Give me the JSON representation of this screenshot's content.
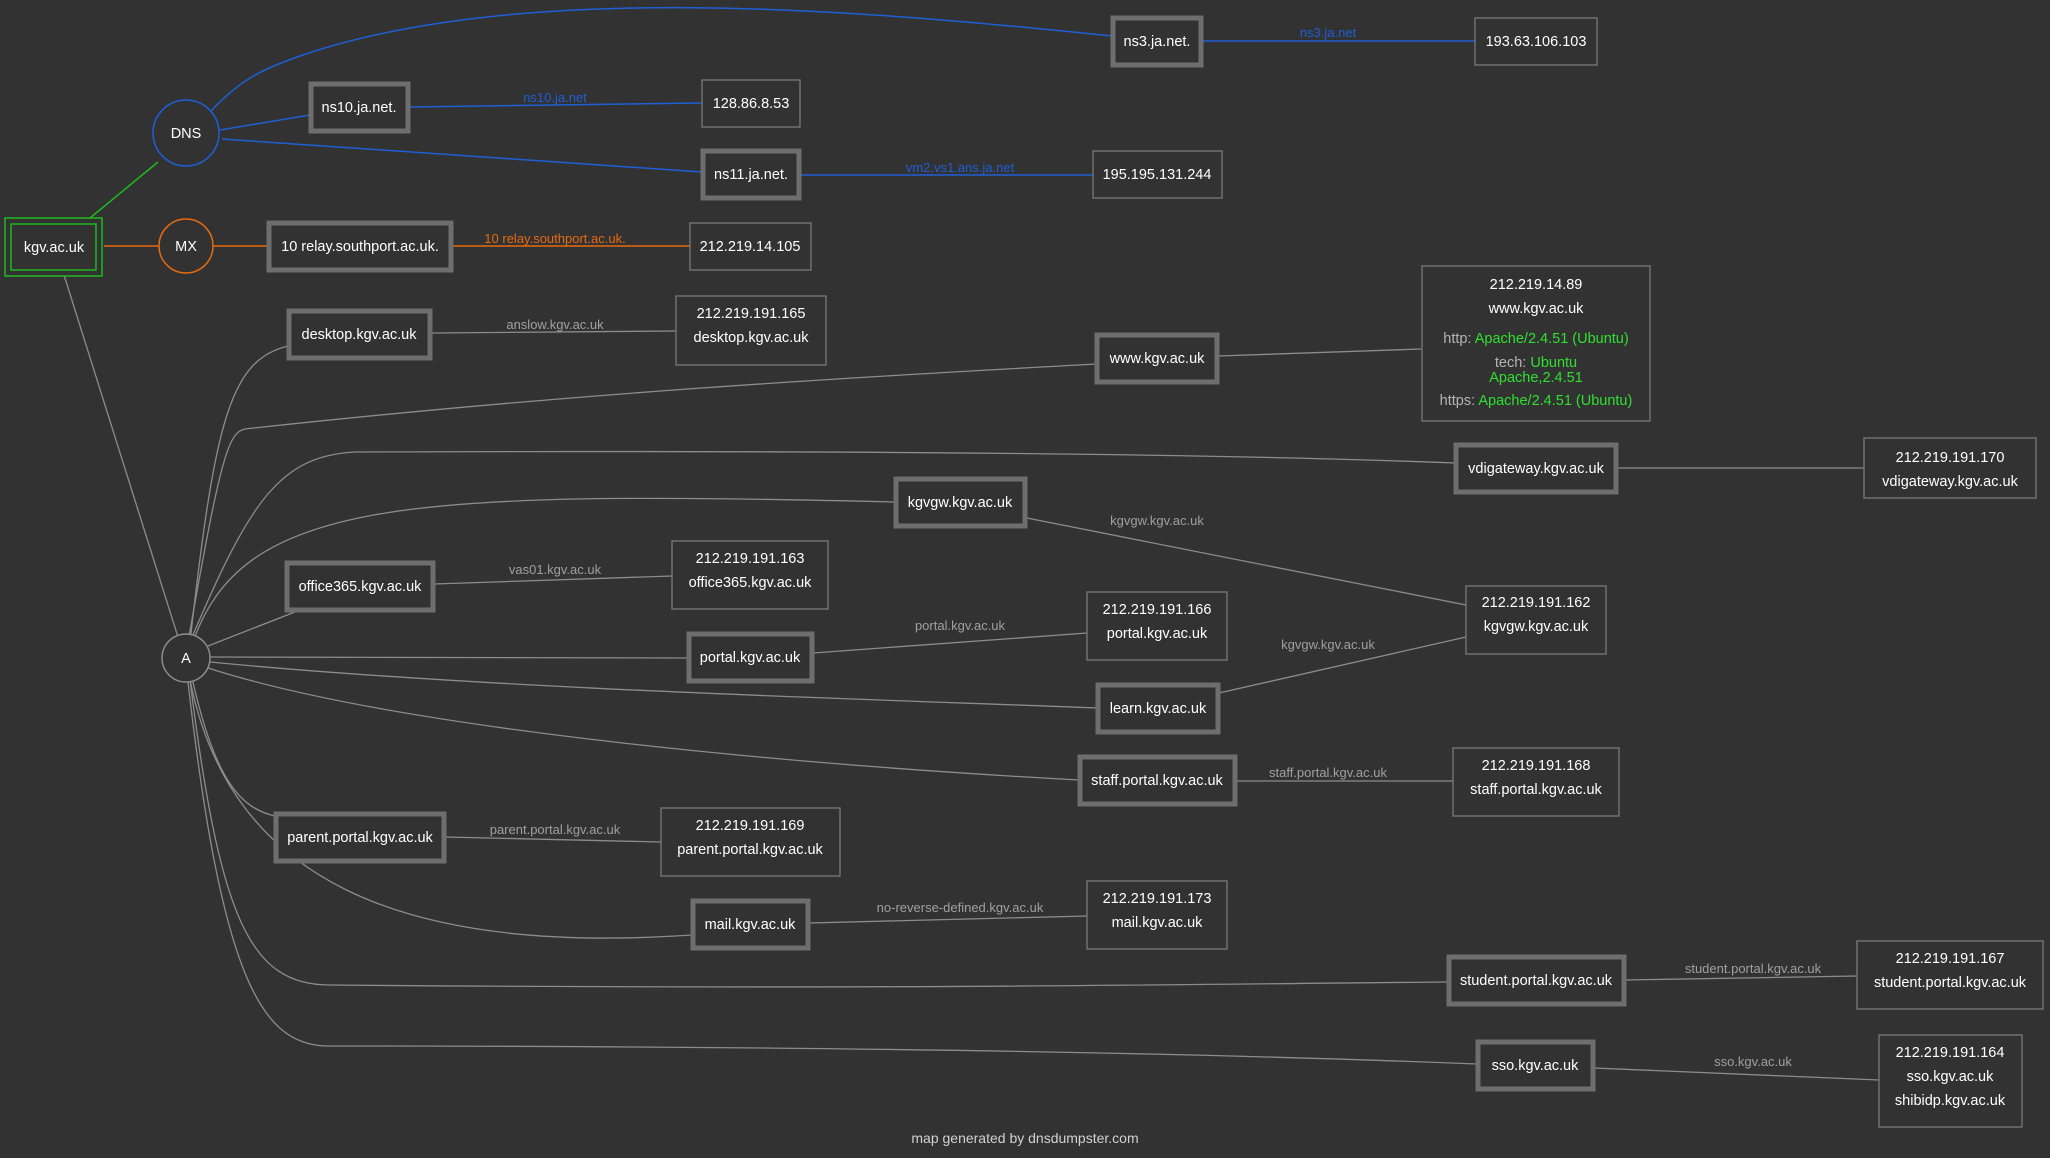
{
  "colors": {
    "dns": "#1f5fd6",
    "mx": "#e86a10",
    "a": "#8c8c8c",
    "root": "#1fb81f",
    "tech": "#2fe02f"
  },
  "root": {
    "label": "kgv.ac.uk"
  },
  "hubs": {
    "dns": "DNS",
    "mx": "MX",
    "a": "A"
  },
  "hosts": {
    "ns3": "ns3.ja.net.",
    "ns10": "ns10.ja.net.",
    "ns11": "ns11.ja.net.",
    "relay": "10 relay.southport.ac.uk.",
    "desktop": "desktop.kgv.ac.uk",
    "www": "www.kgv.ac.uk",
    "vdigateway": "vdigateway.kgv.ac.uk",
    "kgvgw": "kgvgw.kgv.ac.uk",
    "office365": "office365.kgv.ac.uk",
    "portal": "portal.kgv.ac.uk",
    "learn": "learn.kgv.ac.uk",
    "staff": "staff.portal.kgv.ac.uk",
    "parent": "parent.portal.kgv.ac.uk",
    "mail": "mail.kgv.ac.uk",
    "student": "student.portal.kgv.ac.uk",
    "sso": "sso.kgv.ac.uk"
  },
  "ips": {
    "ns3": [
      "193.63.106.103"
    ],
    "ns10": [
      "128.86.8.53"
    ],
    "ns11": [
      "195.195.131.244"
    ],
    "relay": [
      "212.219.14.105"
    ],
    "desktop": [
      "212.219.191.165",
      "desktop.kgv.ac.uk"
    ],
    "vdigateway": [
      "212.219.191.170",
      "vdigateway.kgv.ac.uk"
    ],
    "office365": [
      "212.219.191.163",
      "office365.kgv.ac.uk"
    ],
    "portal": [
      "212.219.191.166",
      "portal.kgv.ac.uk"
    ],
    "kgvgw": [
      "212.219.191.162",
      "kgvgw.kgv.ac.uk"
    ],
    "staff": [
      "212.219.191.168",
      "staff.portal.kgv.ac.uk"
    ],
    "parent": [
      "212.219.191.169",
      "parent.portal.kgv.ac.uk"
    ],
    "mail": [
      "212.219.191.173",
      "mail.kgv.ac.uk"
    ],
    "student": [
      "212.219.191.167",
      "student.portal.kgv.ac.uk"
    ],
    "sso": [
      "212.219.191.164",
      "sso.kgv.ac.uk",
      "shibidp.kgv.ac.uk"
    ]
  },
  "www_info": {
    "ip": "212.219.14.89",
    "host": "www.kgv.ac.uk",
    "http_label": "http:",
    "http_value": "Apache/2.4.51 (Ubuntu)",
    "tech_label": "tech:",
    "tech_value_1": "Ubuntu",
    "tech_value_2": "Apache,2.4.51",
    "https_label": "https:",
    "https_value": "Apache/2.4.51 (Ubuntu)"
  },
  "edge_labels": {
    "ns3": "ns3.ja.net",
    "ns10": "ns10.ja.net",
    "ns11": "vm2.vs1.ans.ja.net",
    "relay": "10 relay.southport.ac.uk.",
    "desktop": "anslow.kgv.ac.uk",
    "kgvgw": "kgvgw.kgv.ac.uk",
    "office365": "vas01.kgv.ac.uk",
    "portal": "portal.kgv.ac.uk",
    "learn": "kgvgw.kgv.ac.uk",
    "staff": "staff.portal.kgv.ac.uk",
    "parent": "parent.portal.kgv.ac.uk",
    "mail": "no-reverse-defined.kgv.ac.uk",
    "student": "student.portal.kgv.ac.uk",
    "sso": "sso.kgv.ac.uk"
  },
  "footer": "map generated by dnsdumpster.com"
}
